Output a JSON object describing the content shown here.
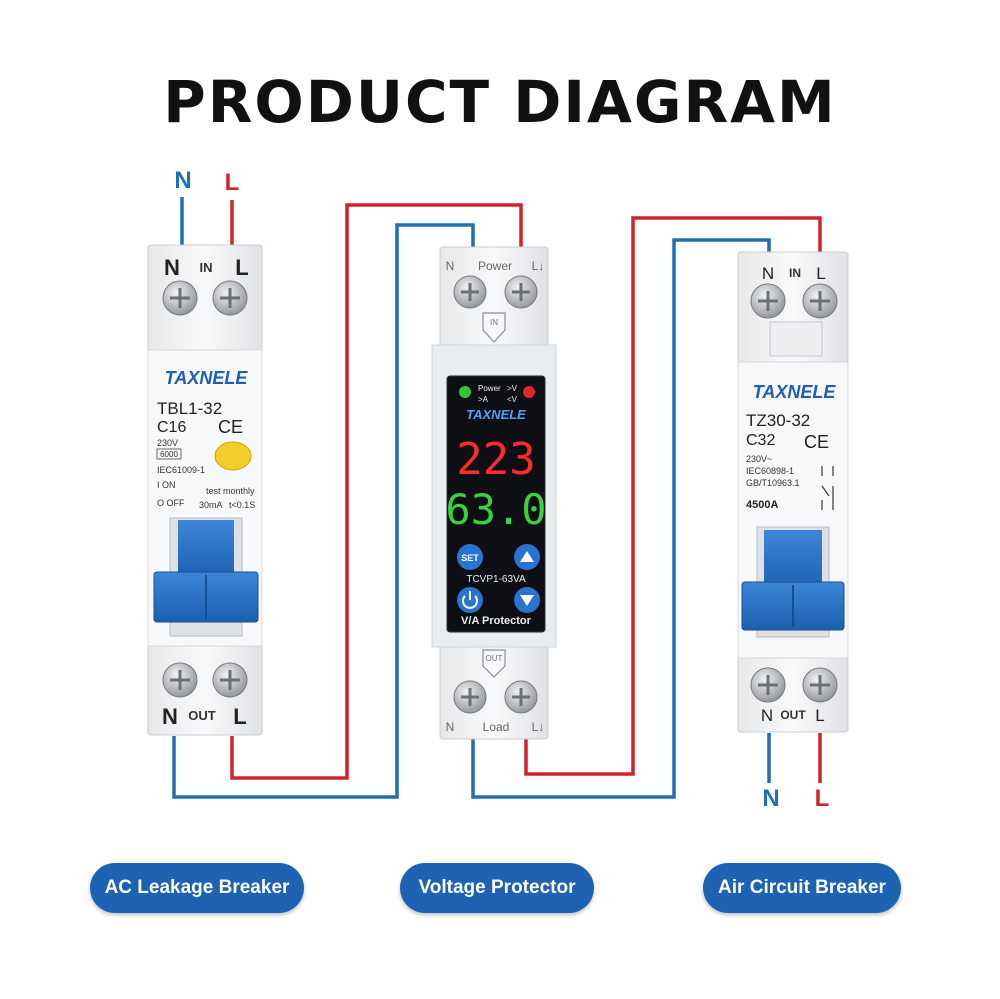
{
  "header": {
    "title": "PRODUCT  DIAGRAM"
  },
  "wire_labels": {
    "in_n": "N",
    "in_l": "L",
    "out_n": "N",
    "out_l": "L"
  },
  "colors": {
    "neutral_wire": "#1f6fb5",
    "live_wire": "#d3222e",
    "pill_bg": "#1e63b3",
    "brand": "#1e5fae"
  },
  "devices": {
    "ac_leakage": {
      "top_n": "N",
      "top_in": "IN",
      "top_l": "L",
      "brand": "TAXNELE",
      "model": "TBL1-32",
      "rating": "C16",
      "ce": "CE",
      "voltage": "230V",
      "capacity": "6000",
      "standard": "IEC61009-1",
      "on_label": "I ON",
      "off_label": "O OFF",
      "test_label": "test monthly",
      "current_label": "30mA",
      "time_label": "t<0.1S",
      "bottom_n": "N",
      "bottom_out": "OUT",
      "bottom_l": "L"
    },
    "voltage_protector": {
      "top_n": "N",
      "top_power": "Power",
      "top_l": "L↓",
      "in_marker": "IN",
      "led_power": "Power",
      "led_over_v": ">V",
      "led_over_a": ">A",
      "led_under_v": "<V",
      "brand": "TAXNELE",
      "voltage_reading": "223",
      "current_reading": "63.0",
      "set_button": "SET",
      "model": "TCVP1-63VA",
      "name": "V/A Protector",
      "out_marker": "OUT",
      "bottom_n": "N",
      "bottom_load": "Load",
      "bottom_l": "L↓"
    },
    "air_breaker": {
      "top_n": "N",
      "top_in": "IN",
      "top_l": "L",
      "brand": "TAXNELE",
      "model": "TZ30-32",
      "rating": "C32",
      "ce": "CE",
      "voltage": "230V~",
      "standard1": "IEC60898-1",
      "standard2": "GB/T10963.1",
      "capacity": "4500A",
      "bottom_n": "N",
      "bottom_out": "OUT",
      "bottom_l": "L"
    }
  },
  "labels": {
    "ac_leakage": "AC Leakage Breaker",
    "voltage_protector": "Voltage Protector",
    "air_breaker": "Air Circuit Breaker"
  }
}
